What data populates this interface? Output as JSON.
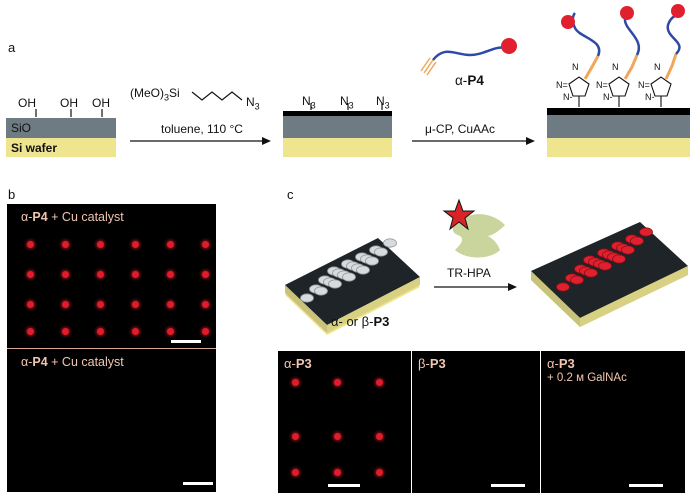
{
  "panels": {
    "a": "a",
    "b": "b",
    "c": "c"
  },
  "panel_a": {
    "oh": "OH",
    "sio_label": "SiO",
    "wafer_label": "Si wafer",
    "reagent_prefix": "(MeO)",
    "reagent_sub": "3",
    "reagent_si": "Si",
    "azide_n": "N",
    "azide_sub": "3",
    "conditions": "toluene, 110 °C",
    "probe_prefix": "α-",
    "probe_name": "P4",
    "conditions2": "μ-CP,  CuAAc",
    "triazole_n": "N",
    "triazole_n_eq": "N=",
    "triazole_n_dash": "N-"
  },
  "panel_b": {
    "top_prefix": "α-",
    "top_probe": "P4",
    "top_suffix": " + Cu catalyst",
    "bottom_prefix": "α-",
    "bottom_probe": "P4",
    "bottom_suffix": " + Cu catalyst"
  },
  "panel_c": {
    "p3_label_prefix": "α- or β-",
    "p3_label_probe": "P3",
    "step_label": "TR-HPA",
    "img1_prefix": "α-",
    "img1_probe": "P3",
    "img2_prefix": "β-",
    "img2_probe": "P3",
    "img3_prefix": "α-",
    "img3_probe": "P3",
    "img3_sub": "+ 0.2 м GalNAc"
  },
  "colors": {
    "substrate_gray": "#6e7b82",
    "wafer_yellow": "#efe58f",
    "alkyne_orange": "#f0a75a",
    "linker_blue": "#2f49a6",
    "bead_red": "#e0202e",
    "fluor_red": "#e01b2b",
    "label_peach": "#f1c6b0"
  }
}
